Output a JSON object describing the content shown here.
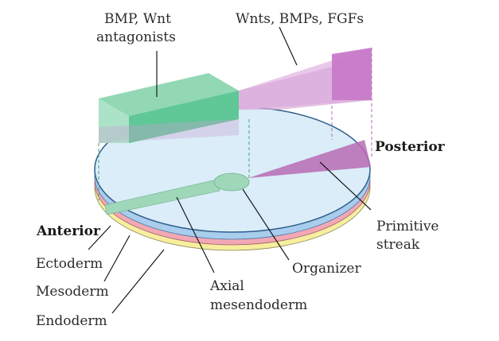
{
  "labels": {
    "antagonists_line1": "BMP, Wnt",
    "antagonists_line2": "antagonists",
    "signals": "Wnts, BMPs, FGFs",
    "posterior": "Posterior",
    "anterior": "Anterior",
    "ectoderm": "Ectoderm",
    "mesoderm": "Mesoderm",
    "endoderm": "Endoderm",
    "axial_line1": "Axial",
    "axial_line2": "mesendoderm",
    "organizer": "Organizer",
    "primitive_line1": "Primitive",
    "primitive_line2": "streak"
  },
  "colors": {
    "ectoderm": "#a9cdec",
    "mesoderm": "#f2a8b4",
    "endoderm": "#f7ee9e",
    "disc_top": "#daedf8",
    "disc_edge": "#2f5e8c",
    "axial": "#9fd8b8",
    "streak": "#b76bb4",
    "antagonist_box": "#5bc594",
    "signal_box": "#c77ac9"
  }
}
